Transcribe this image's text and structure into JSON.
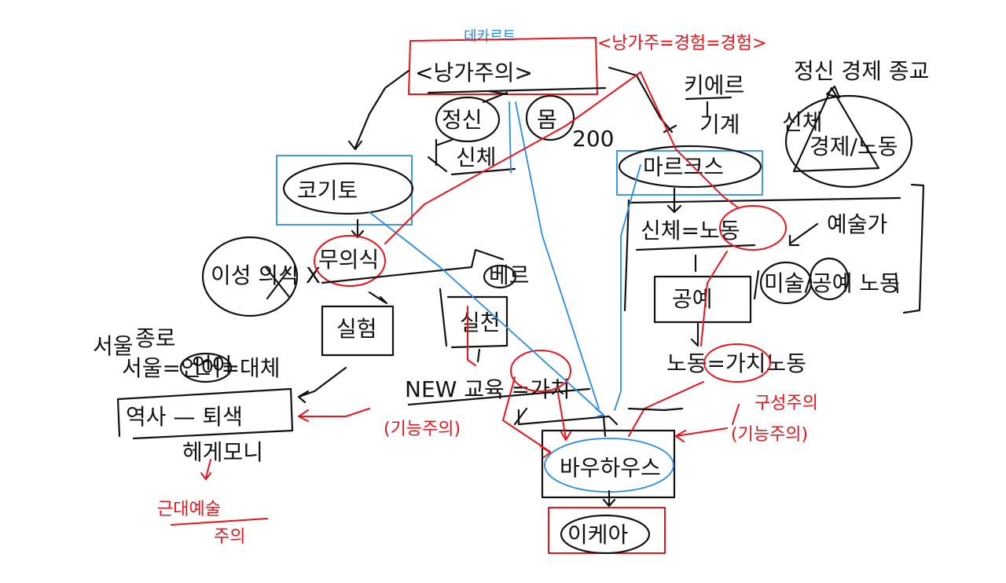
{
  "colors": {
    "ink": "#111111",
    "red": "#e8141b",
    "blue": "#2b8ae6",
    "background": "#ffffff"
  },
  "labels": {
    "top_blue": "데카르트",
    "title": "<낭가주의>",
    "top_red": "<낭가주=경험=경험>",
    "spirit": "정신",
    "body": "몸",
    "flesh": "신체",
    "two_hundred": "200",
    "kierkegaard": "키에르",
    "cogito": "코기토",
    "unconscious": "무의식",
    "bergson": "베르",
    "reason_x": "이성 의식 X",
    "experience": "실험",
    "practice": "실천",
    "marx": "마르크스",
    "body_labor": "신체=노동",
    "capital": "기계",
    "art": "예술가",
    "public": "공예",
    "art_labor": "미술/공예 노동",
    "triangle_top": "정신 경제 종교",
    "triangle_left": "신체",
    "triangle_inner": "경제/노동",
    "labor_value": "노동=가치노동",
    "constructivism": "구성주의",
    "function": "(기능주의)",
    "new_ed": "NEW 교육 =가치",
    "functional": "(기능주의)",
    "bauhaus": "바우하우스",
    "ikea": "이케아",
    "seoul": "서울",
    "jongro": "종로",
    "language": "언어",
    "subject": "서울=언어=대체",
    "history": "역사 — 퇴색",
    "entity": "헤게모니",
    "modern_art": "근대예술",
    "present": "주의"
  }
}
